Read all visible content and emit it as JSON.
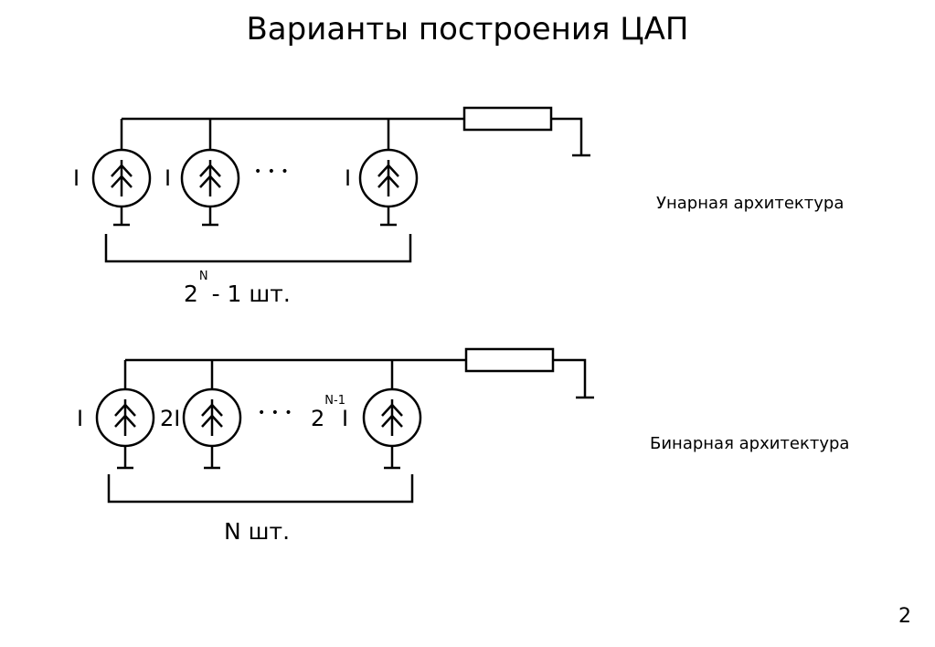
{
  "slide": {
    "title": "Варианты построения ЦАП",
    "page_number": "2"
  },
  "unary": {
    "caption": "Унарная архитектура",
    "source_labels": [
      "I",
      "I",
      "I"
    ],
    "dots": "• • •",
    "count_base": "2",
    "count_exp": "N",
    "count_rest": " - 1 шт."
  },
  "binary": {
    "caption": "Бинарная архитектура",
    "source_labels": [
      "I",
      "2I",
      "I"
    ],
    "dots": "• • •",
    "last_coef_base": "2",
    "last_coef_exp": "N-1",
    "count": "N шт."
  }
}
